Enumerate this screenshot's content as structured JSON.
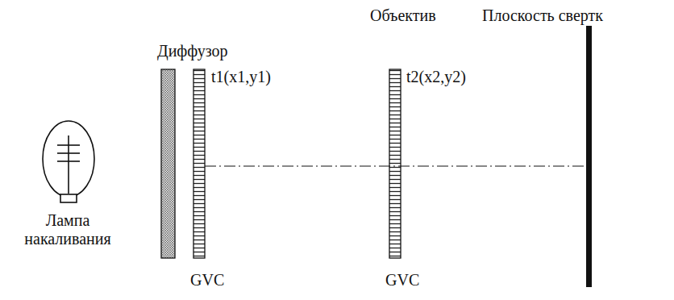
{
  "diagram": {
    "labels": [
      "Объектив",
      "Плоскость свертк",
      "Диффузор",
      "t1(x1,y1)",
      "t2(x2,y2)",
      "Лампа накаливания",
      "GVC",
      "GVC"
    ]
  }
}
